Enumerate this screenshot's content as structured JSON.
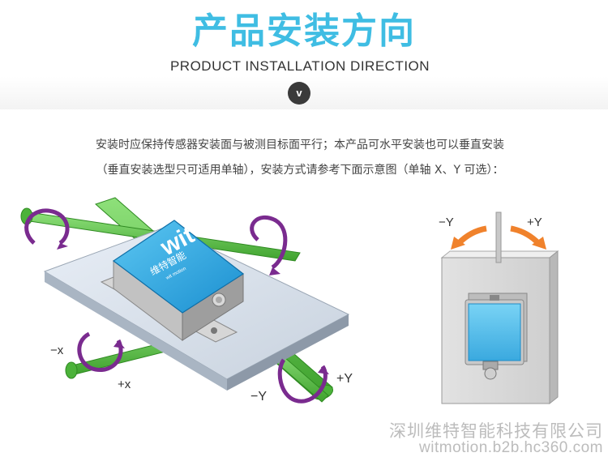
{
  "header": {
    "title_cn": "产品安装方向",
    "title_en": "PRODUCT INSTALLATION DIRECTION",
    "badge": "v"
  },
  "description": {
    "line1": "安装时应保持传感器安装面与被测目标面平行；本产品可水平安装也可以垂直安装",
    "line2": "（垂直安装选型只可适用单轴），安装方式请参考下面示意图（单轴 X、Y 可选）："
  },
  "left_diagram": {
    "sensor_logo": "wit",
    "sensor_brand_cn": "维特智能",
    "sensor_brand_en": "wit motion",
    "axis_labels": {
      "minus_x": "−x",
      "plus_x": "+x",
      "minus_y": "−Y",
      "plus_y": "+Y"
    }
  },
  "right_diagram": {
    "axis_labels": {
      "minus_y": "−Y",
      "plus_y": "+Y"
    }
  },
  "watermark": {
    "company": "深圳维特智能科技有限公司",
    "url": "witmotion.b2b.hc360.com"
  },
  "colors": {
    "title": "#3fbde3",
    "axis_rod": "#5cc24a",
    "rotation_arrow": "#7a2b8f",
    "sensor_blue": "#2aa7df",
    "tilt_arrow": "#f0822c"
  }
}
